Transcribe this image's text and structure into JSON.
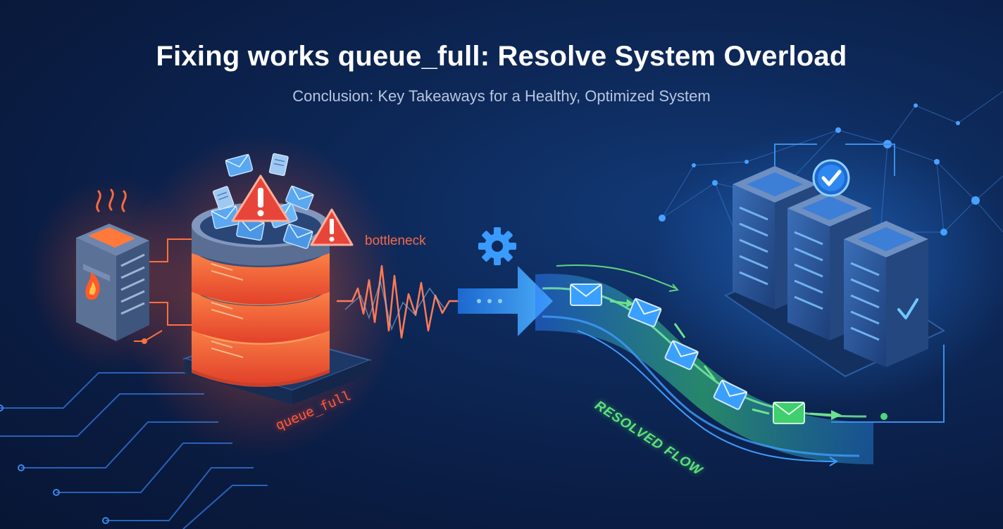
{
  "header": {
    "title": "Fixing works queue_full: Resolve System Overload",
    "subtitle": "Conclusion: Key Takeaways for a Healthy, Optimized System"
  },
  "labels": {
    "bottleneck": "bottleneck",
    "queue": "queue_full",
    "resolved": "RESOLVED FLOW"
  },
  "icons": {
    "overheat": "flame-icon",
    "warning": "warning-icon",
    "process": "gear-icon",
    "message": "envelope-icon",
    "success": "checkmark-icon"
  },
  "colors": {
    "background": "#0b1e45",
    "overload": "#ff5a3c",
    "warning": "#e8453a",
    "flow": "#2f9dff",
    "resolved": "#4fd878"
  }
}
